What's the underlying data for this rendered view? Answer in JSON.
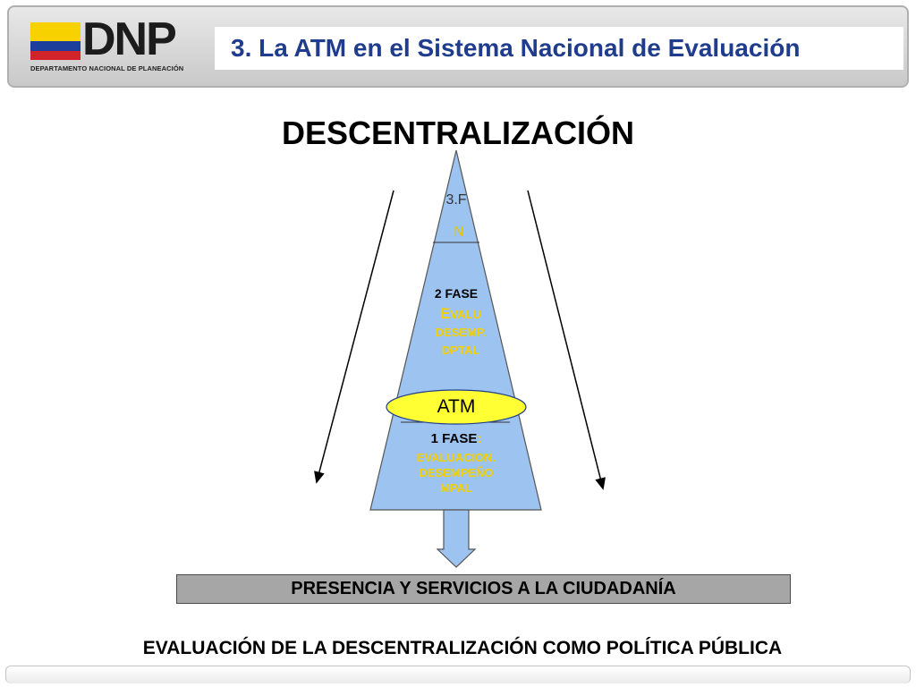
{
  "header": {
    "logo_text": "DNP",
    "logo_subtitle": "DEPARTAMENTO NACIONAL DE PLANEACIÓN",
    "title": "3. La ATM en el Sistema Nacional de Evaluación"
  },
  "diagram": {
    "title": "DESCENTRALIZACIÓN",
    "phase3_label": "3.F",
    "phase3_sub": "N",
    "phase2_label": "2 FASE",
    "phase2_desc_initial": "E",
    "phase2_desc_rest": "VALU",
    "phase2_desc_line2": "DESEMP.",
    "phase2_desc_line3": "DPTAL",
    "atm_label": "ATM",
    "phase1_label": "1 FASE",
    "phase1_colon": ":",
    "phase1_desc_line1": "EVALUACION.",
    "phase1_desc_line2": "DESEMPEÑO",
    "phase1_desc_line3": "MPAL",
    "banner": "PRESENCIA Y  SERVICIOS A LA CIUDADANÍA",
    "footer": "EVALUACIÓN DE LA DESCENTRALIZACIÓN COMO POLÍTICA PÚBLICA"
  },
  "colors": {
    "title_blue": "#1f3d8c",
    "triangle_fill": "#9dc3f0",
    "ellipse_fill": "#ffff33",
    "highlight_text": "#f2d000"
  }
}
